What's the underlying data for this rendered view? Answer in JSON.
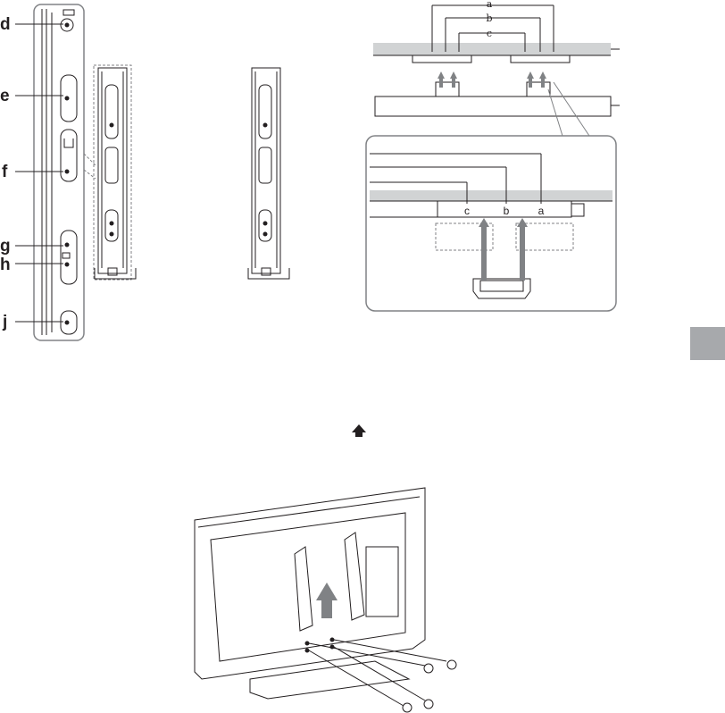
{
  "left_panel": {
    "callouts": [
      "d",
      "e",
      "f",
      "g",
      "h",
      "j"
    ]
  },
  "top_right_diagram": {
    "dimension_labels": [
      "a",
      "b",
      "c"
    ],
    "inset_labels": [
      "c",
      "b",
      "a"
    ]
  },
  "side_tab": {
    "color": "#a7a9ac"
  },
  "arrow_symbol": {
    "glyph": "up-arrow-icon"
  },
  "colors": {
    "line": "#231f20",
    "fill_gray": "#d1d3d4",
    "arrow_gray": "#808285"
  }
}
